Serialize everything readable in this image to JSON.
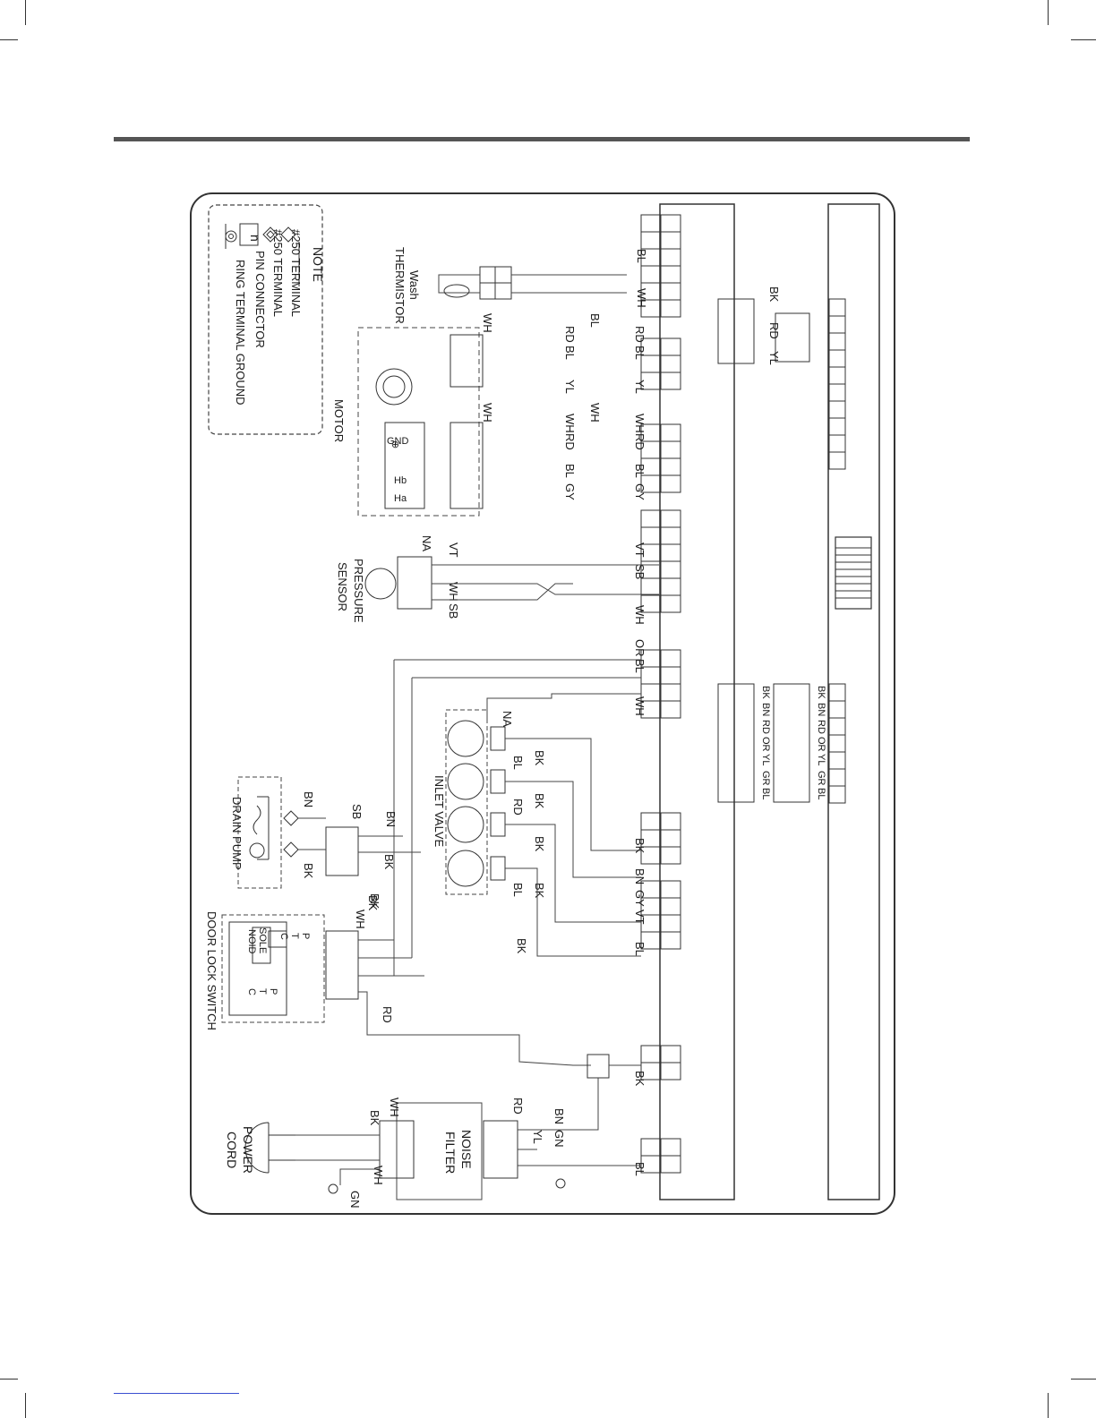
{
  "note": {
    "title": "NOTE",
    "items": [
      "#250 TERMINAL",
      "#250 TERMINAL",
      "PIN CONNECTOR",
      "RING TERMINAL GROUND"
    ],
    "pin_glyph": "n"
  },
  "components": {
    "wash_thermistor": [
      "Wash",
      "THERMISTOR"
    ],
    "motor": "MOTOR",
    "pressure_sensor": [
      "PRESSURE",
      "SENSOR"
    ],
    "inlet_valve": "INLET VALVE",
    "drain_pump": "DRAIN PUMP",
    "door_lock_switch": "DOOR LOCK SWITCH",
    "noise_filter": [
      "NOISE",
      "FILTER"
    ],
    "power_cord": [
      "POWER",
      "CORD"
    ]
  },
  "motor_terms": [
    "GND",
    "Hb",
    "Ha"
  ],
  "wires": {
    "thermistor": [
      "BL",
      "WH"
    ],
    "motor_a": [
      "WH",
      "BL",
      "RD",
      "BL",
      "RD",
      "BL",
      "YL",
      "YL"
    ],
    "motor_b": [
      "WH",
      "WH",
      "WH",
      "RD",
      "WH",
      "RD",
      "BL",
      "GY",
      "BL",
      "GY"
    ],
    "pressure": [
      "NA",
      "VT",
      "WH",
      "SB",
      "VT",
      "SB",
      "WH"
    ],
    "valve_top": [
      "OR",
      "BL",
      "WH"
    ],
    "valve": [
      "NA",
      "BL",
      "BK",
      "RD",
      "BK",
      "BK",
      "BL",
      "BK",
      "BK"
    ],
    "right_cn": [
      "BK",
      "BN",
      "GY",
      "VT",
      "BL"
    ],
    "drain": [
      "SB",
      "BN",
      "BK",
      "BN",
      "BK",
      "BK"
    ],
    "door": [
      "WH",
      "BK",
      "RD"
    ],
    "power": [
      "BK",
      "RD",
      "BN",
      "GN",
      "YL",
      "WH",
      "BK",
      "WH",
      "GN",
      "BL"
    ],
    "board_top": [
      "BK",
      "RD",
      "YL"
    ],
    "board_bottom_a": [
      "BK",
      "BN",
      "RD",
      "OR",
      "YL",
      "GR",
      "BL"
    ],
    "board_bottom_b": [
      "BK",
      "BN",
      "RD",
      "OR",
      "YL",
      "GR",
      "BL"
    ],
    "solenoid": [
      "SOLE",
      "NOID"
    ],
    "ptc": [
      "P",
      "T",
      "C"
    ]
  }
}
